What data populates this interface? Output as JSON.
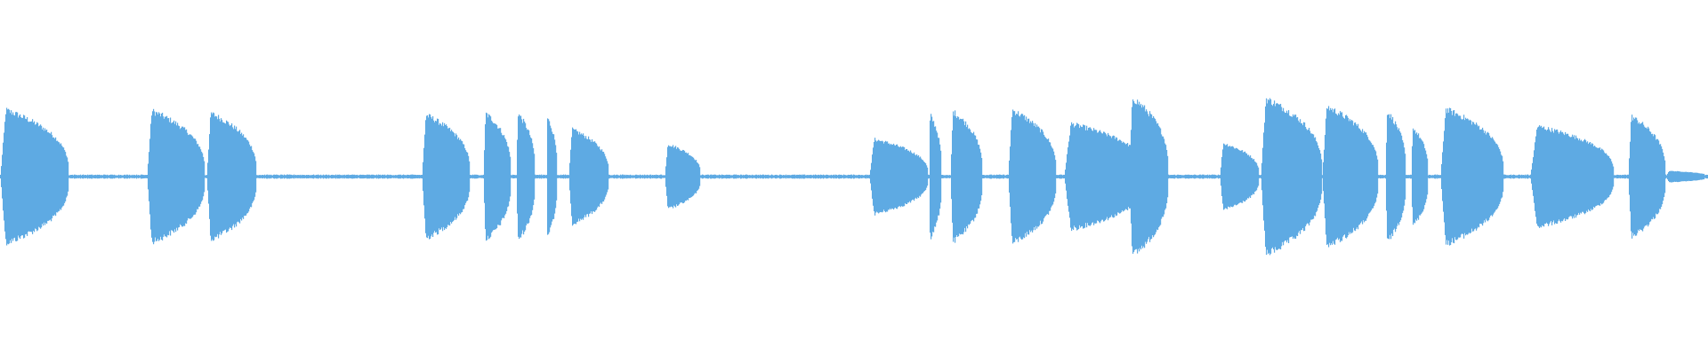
{
  "waveform": {
    "color": "#5EAAE3",
    "background": "#FFFFFF",
    "duration_fraction_segments": [
      {
        "start": 0.0,
        "end": 0.04,
        "peak": 0.82
      },
      {
        "start": 0.086,
        "end": 0.12,
        "peak": 0.81
      },
      {
        "start": 0.121,
        "end": 0.15,
        "peak": 0.78
      },
      {
        "start": 0.247,
        "end": 0.275,
        "peak": 0.76
      },
      {
        "start": 0.283,
        "end": 0.299,
        "peak": 0.78
      },
      {
        "start": 0.302,
        "end": 0.313,
        "peak": 0.78
      },
      {
        "start": 0.32,
        "end": 0.326,
        "peak": 0.72
      },
      {
        "start": 0.333,
        "end": 0.356,
        "peak": 0.58
      },
      {
        "start": 0.389,
        "end": 0.41,
        "peak": 0.4
      },
      {
        "start": 0.509,
        "end": 0.543,
        "peak": 0.46
      },
      {
        "start": 0.544,
        "end": 0.551,
        "peak": 0.76
      },
      {
        "start": 0.556,
        "end": 0.575,
        "peak": 0.8
      },
      {
        "start": 0.59,
        "end": 0.618,
        "peak": 0.82
      },
      {
        "start": 0.623,
        "end": 0.671,
        "peak": 0.65
      },
      {
        "start": 0.661,
        "end": 0.684,
        "peak": 0.97
      },
      {
        "start": 0.714,
        "end": 0.737,
        "peak": 0.41
      },
      {
        "start": 0.738,
        "end": 0.774,
        "peak": 0.96
      },
      {
        "start": 0.774,
        "end": 0.807,
        "peak": 0.86
      },
      {
        "start": 0.811,
        "end": 0.823,
        "peak": 0.8
      },
      {
        "start": 0.826,
        "end": 0.836,
        "peak": 0.6
      },
      {
        "start": 0.843,
        "end": 0.88,
        "peak": 0.83
      },
      {
        "start": 0.896,
        "end": 0.945,
        "peak": 0.62
      },
      {
        "start": 0.953,
        "end": 0.975,
        "peak": 0.74
      },
      {
        "start": 0.975,
        "end": 1.0,
        "peak": 0.07
      }
    ]
  }
}
